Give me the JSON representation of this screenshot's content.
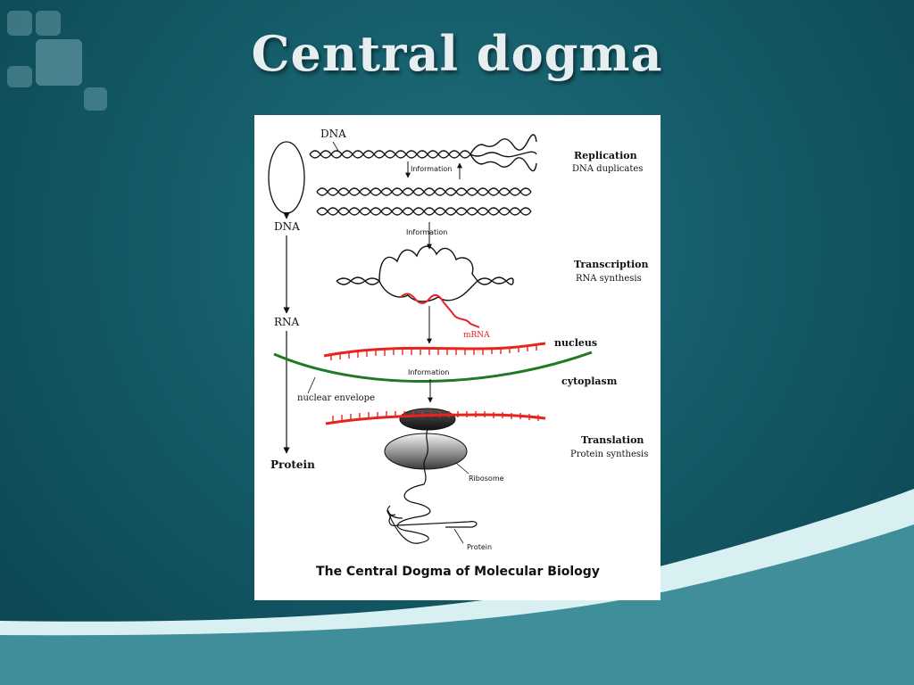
{
  "slide": {
    "title": "Central dogma"
  },
  "diagram": {
    "caption": "The Central Dogma of Molecular Biology",
    "left_flow": {
      "dna": "DNA",
      "rna": "RNA",
      "protein": "Protein"
    },
    "top_dna_label": "DNA",
    "information_label_1": "Information",
    "information_label_2": "Information",
    "information_label_3": "Information",
    "replication": {
      "title": "Replication",
      "subtitle": "DNA duplicates"
    },
    "transcription": {
      "title": "Transcription",
      "subtitle": "RNA synthesis"
    },
    "translation": {
      "title": "Translation",
      "subtitle": "Protein synthesis"
    },
    "mrna_label": "mRNA",
    "nucleus_label": "nucleus",
    "cytoplasm_label": "cytoplasm",
    "nuclear_envelope_label": "nuclear envelope",
    "ribosome_label": "Ribosome",
    "protein_label": "Protein"
  },
  "colors": {
    "background": "#145b68",
    "title_text": "#e7eef0",
    "mrna": "#e8231f",
    "nuclear_envelope": "#1e7a22",
    "wave_light": "#d9f0f2",
    "wave_teal": "#3f8e99"
  }
}
